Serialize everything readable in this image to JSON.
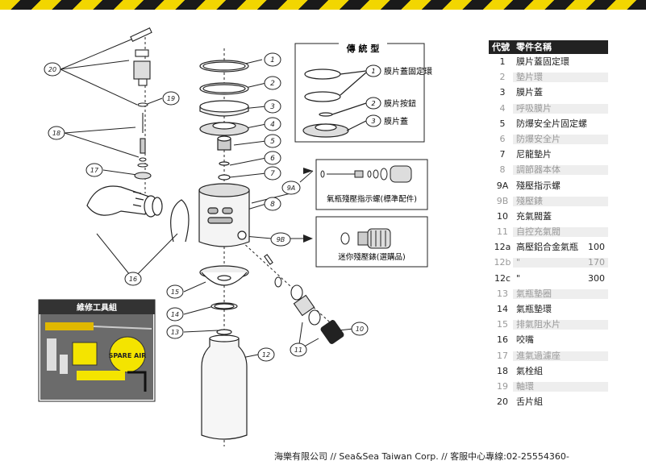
{
  "traditional_box": {
    "title": "傳 統 型",
    "items": [
      {
        "num": "1",
        "label": "膜片蓋固定環"
      },
      {
        "num": "2",
        "label": "膜片按鈕"
      },
      {
        "num": "3",
        "label": "膜片蓋"
      }
    ]
  },
  "standard_box": {
    "label": "氣瓶殘壓指示螺(標準配件)"
  },
  "mini_box": {
    "label": "迷你殘壓錶(選購品)"
  },
  "tools_box": {
    "title": "維修工具組",
    "logo_text": "SPARE AIR"
  },
  "diagram_callouts": [
    "1",
    "2",
    "3",
    "4",
    "5",
    "6",
    "7",
    "8",
    "9A",
    "9B",
    "10",
    "11",
    "12",
    "13",
    "14",
    "15",
    "16",
    "17",
    "18",
    "19",
    "20"
  ],
  "parts_list": {
    "header_code": "代號",
    "header_name": "零件名稱",
    "rows": [
      {
        "num": "1",
        "name": "膜片蓋固定環",
        "shade": false
      },
      {
        "num": "2",
        "name": "墊片環",
        "shade": true
      },
      {
        "num": "3",
        "name": "膜片蓋",
        "shade": false
      },
      {
        "num": "4",
        "name": "呼吸膜片",
        "shade": true
      },
      {
        "num": "5",
        "name": "防爆安全片固定螺",
        "shade": false
      },
      {
        "num": "6",
        "name": "防爆安全片",
        "shade": true
      },
      {
        "num": "7",
        "name": "尼龍墊片",
        "shade": false
      },
      {
        "num": "8",
        "name": "調節器本体",
        "shade": true
      },
      {
        "num": "9A",
        "name": "殘壓指示螺",
        "shade": false
      },
      {
        "num": "9B",
        "name": "殘壓錶",
        "shade": true
      },
      {
        "num": "10",
        "name": "充氣閥蓋",
        "shade": false
      },
      {
        "num": "11",
        "name": "自控充氣閥",
        "shade": true
      },
      {
        "num": "12a",
        "name": "高壓鋁合金氣瓶",
        "extra": "100",
        "shade": false
      },
      {
        "num": "12b",
        "name": "\"",
        "extra": "170",
        "shade": true
      },
      {
        "num": "12c",
        "name": "\"",
        "extra": "300",
        "shade": false
      },
      {
        "num": "13",
        "name": "氣瓶墊圈",
        "shade": true
      },
      {
        "num": "14",
        "name": "氣瓶墊環",
        "shade": false
      },
      {
        "num": "15",
        "name": "排氣阻水片",
        "shade": true
      },
      {
        "num": "16",
        "name": "咬嘴",
        "shade": false
      },
      {
        "num": "17",
        "name": "進氣過濾座",
        "shade": true
      },
      {
        "num": "18",
        "name": "氣栓組",
        "shade": false
      },
      {
        "num": "19",
        "name": "軸環",
        "shade": true
      },
      {
        "num": "20",
        "name": "舌片組",
        "shade": false
      }
    ]
  },
  "footer": {
    "text": "海樂有限公司 // Sea&Sea Taiwan Corp. // 客服中心專線:02-25554360-"
  }
}
